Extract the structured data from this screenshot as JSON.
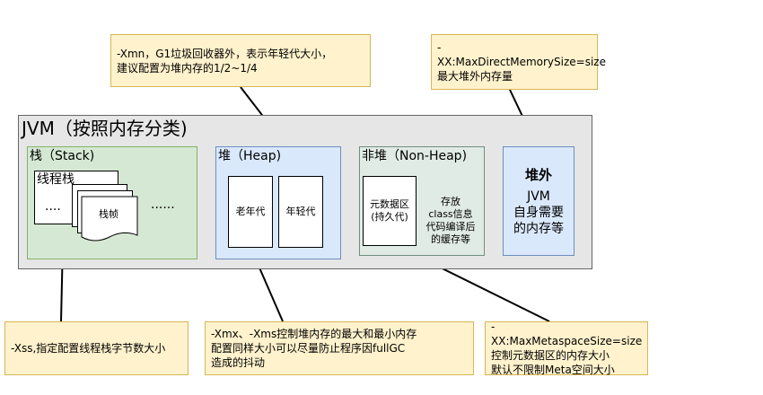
{
  "jvm": {
    "title": "JVM（按照内存分类)"
  },
  "stack": {
    "title": "栈（Stack)",
    "thread_stack_label": "线程栈",
    "dots_inner": "....",
    "frame_label": "栈帧",
    "dots_outer": "......"
  },
  "heap": {
    "title": "堆（Heap)",
    "old_gen": "老年代",
    "young_gen": "年轻代"
  },
  "nonheap": {
    "title": "非堆（Non-Heap)",
    "metaspace_line1": "元数据区",
    "metaspace_line2": "(持久代)",
    "desc_line1": "存放",
    "desc_line2": "class信息",
    "desc_line3": "代码编译后",
    "desc_line4": "的缓存等"
  },
  "offheap": {
    "title": "堆外",
    "line1": "JVM",
    "line2": "自身需要",
    "line3": "的内存等"
  },
  "notes": {
    "xmn_line1": "-Xmn，G1垃圾回收器外，表示年轻代大小，",
    "xmn_line2": "建议配置为堆内存的1/2~1/4",
    "direct_line1": "-XX:MaxDirectMemorySize=size",
    "direct_line2": "最大堆外内存量",
    "xss": "-Xss,指定配置线程栈字节数大小",
    "xmx_line1": "-Xmx、-Xms控制堆内存的最大和最小内存",
    "xmx_line2": "配置同样大小可以尽量防止程序因fullGC",
    "xmx_line3": "造成的抖动",
    "meta_line1": "-XX:MaxMetaspaceSize=size",
    "meta_line2": "控制元数据区的内存大小",
    "meta_line3": "默认不限制Meta空间大小"
  },
  "colors": {
    "note_fill": "#fff2cc",
    "note_border": "#d6b656",
    "stack_fill": "#d5e8d4",
    "heap_fill": "#dae8fc",
    "jvm_fill": "#e6e6e6"
  }
}
